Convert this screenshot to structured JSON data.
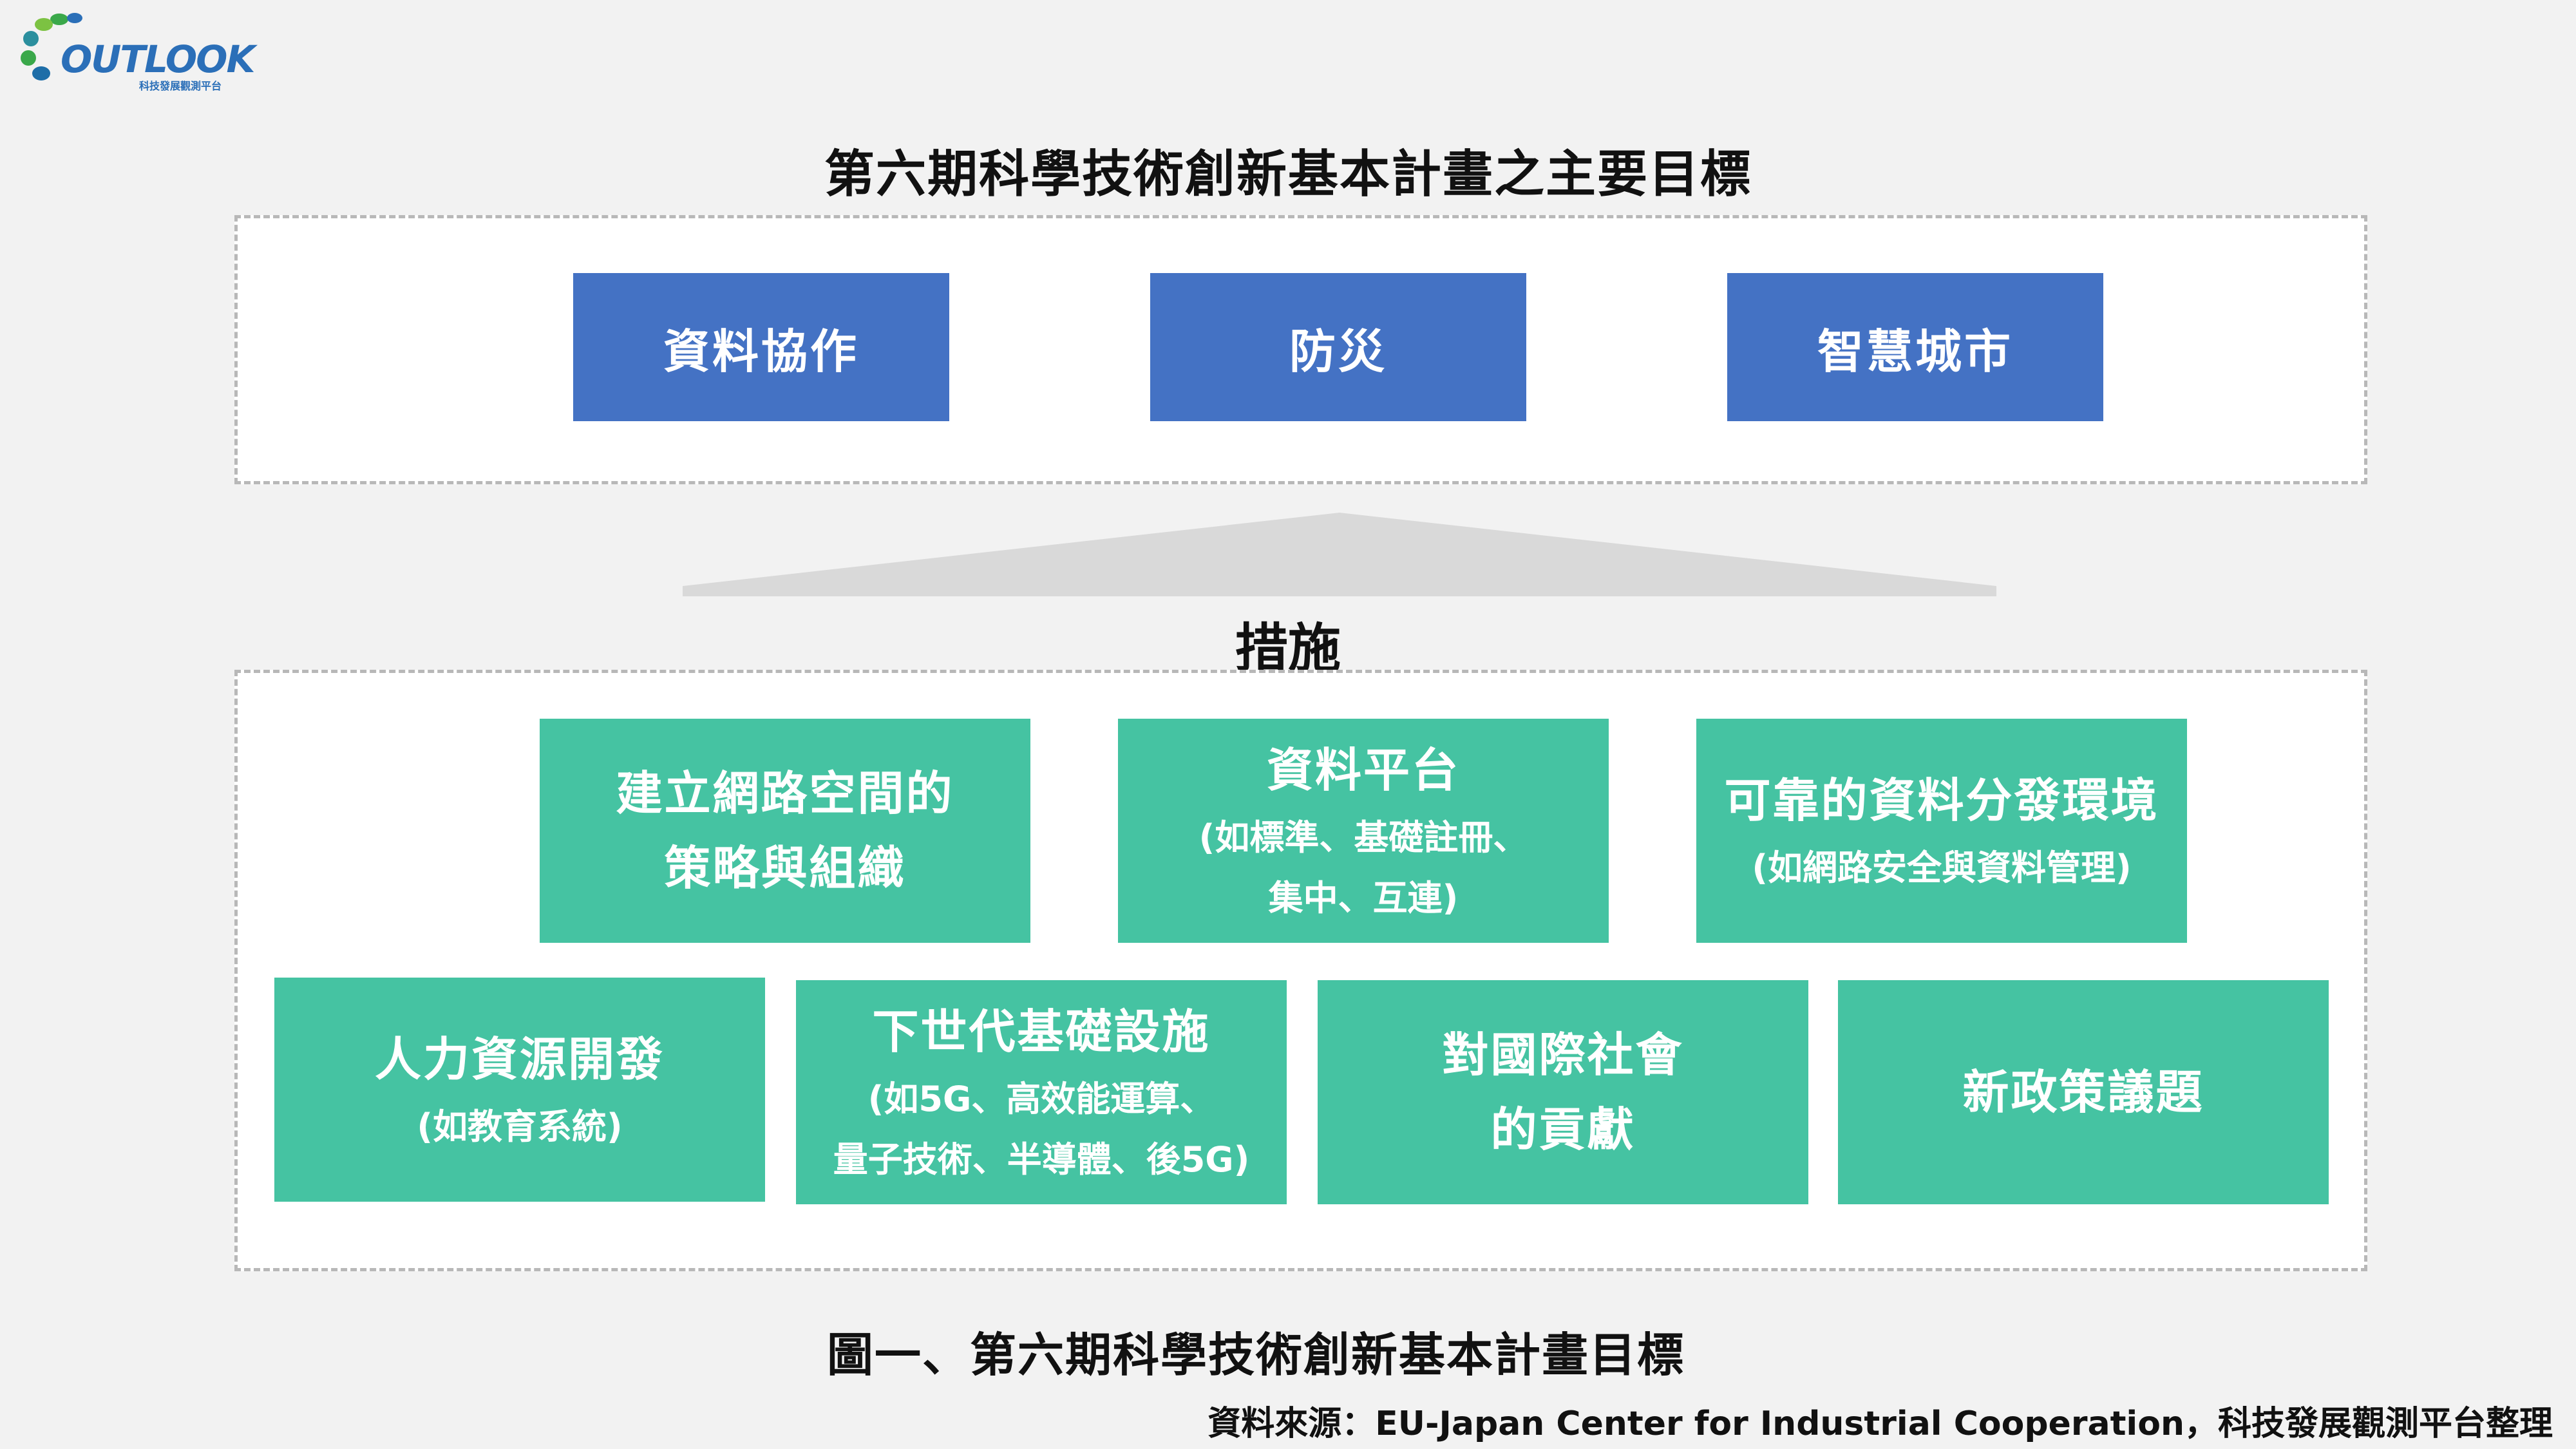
{
  "logo": {
    "word": "OUTLOOK",
    "subtitle": "科技發展觀測平台"
  },
  "title": "第六期科學技術創新基本計畫之主要目標",
  "goals": [
    "資料協作",
    "防災",
    "智慧城市"
  ],
  "measures_label": "措施",
  "measures_top": [
    {
      "lines": [
        "建立網路空間的",
        "策略與組織"
      ],
      "sub": []
    },
    {
      "lines": [
        "資料平台"
      ],
      "sub": [
        "(如標準、基礎註冊、",
        "集中、互連)"
      ]
    },
    {
      "lines": [
        "可靠的資料分發環境"
      ],
      "sub": [
        "(如網路安全與資料管理)"
      ]
    }
  ],
  "measures_bottom": [
    {
      "lines": [
        "人力資源開發"
      ],
      "sub": [
        "(如教育系統)"
      ]
    },
    {
      "lines": [
        "下世代基礎設施"
      ],
      "sub": [
        "(如5G、高效能運算、",
        "量子技術、半導體、後5G)"
      ]
    },
    {
      "lines": [
        "對國際社會",
        "的貢獻"
      ],
      "sub": []
    },
    {
      "lines": [
        "新政策議題"
      ],
      "sub": []
    }
  ],
  "caption": "圖一、第六期科學技術創新基本計畫目標",
  "source": "資料來源：EU-Japan Center for Industrial Cooperation，科技發展觀測平台整理",
  "colors": {
    "goal_box": "#4472c4",
    "measure_box": "#45c3a2",
    "arrow": "#d9d9d9",
    "frame_border": "#b8b8b8"
  }
}
